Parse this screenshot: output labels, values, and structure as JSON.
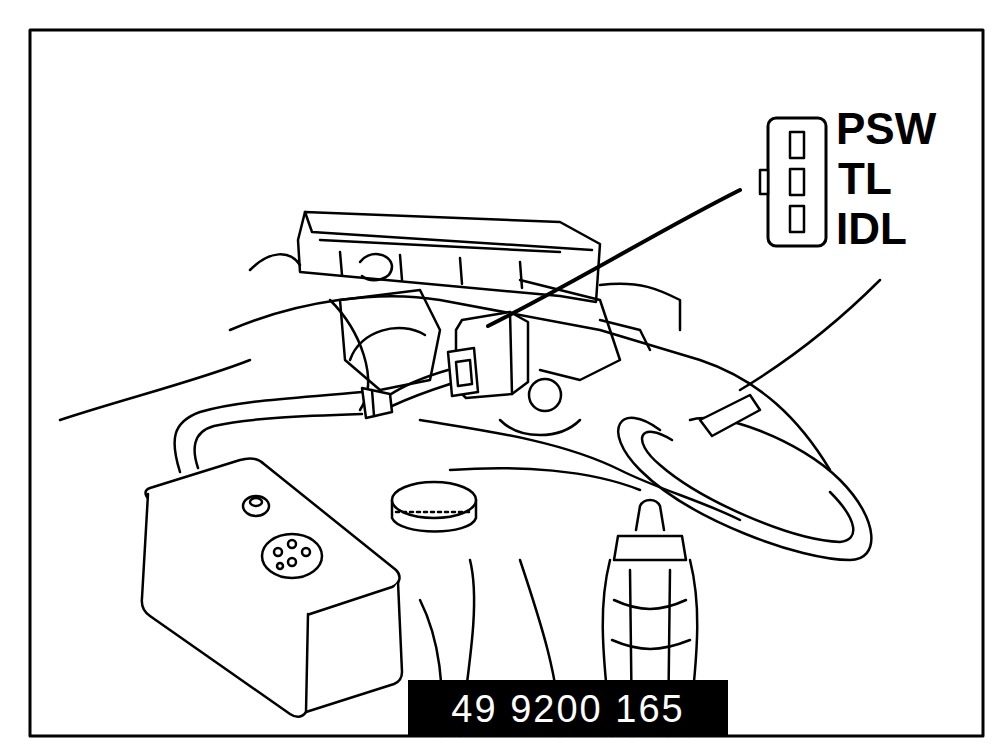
{
  "diagram": {
    "nodes": [
      {
        "text": [
          "49 9200 165"
        ]
      }
    ],
    "labels": [
      "PSW",
      "TL",
      "IDL"
    ]
  }
}
